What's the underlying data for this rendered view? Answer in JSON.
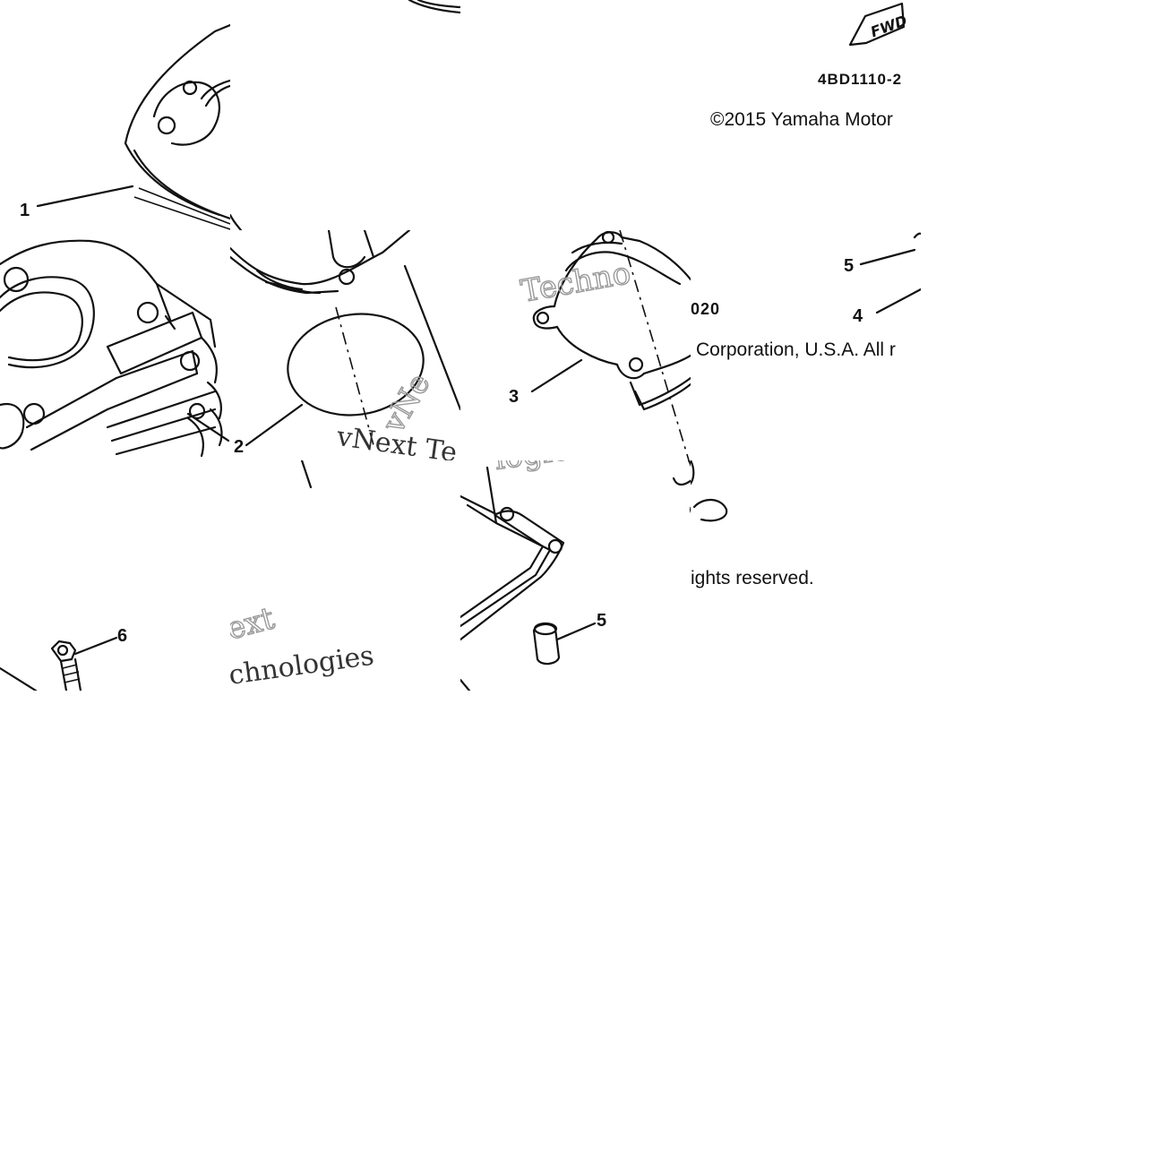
{
  "diagram": {
    "part_code": "4BD1110-2",
    "part_code_tail": "020",
    "direction_badge": "FWD",
    "copyright_line_1": "©2015 Yamaha Motor",
    "copyright_line_2": "Corporation, U.S.A. All r",
    "copyright_line_3": "ights reserved.",
    "watermark_a": "Techno",
    "watermark_b": "vNext Te",
    "watermark_c": "logies",
    "watermark_d": "ext",
    "watermark_e": "chnologies",
    "callouts": [
      "1",
      "2",
      "3",
      "4",
      "5",
      "5",
      "6"
    ]
  }
}
